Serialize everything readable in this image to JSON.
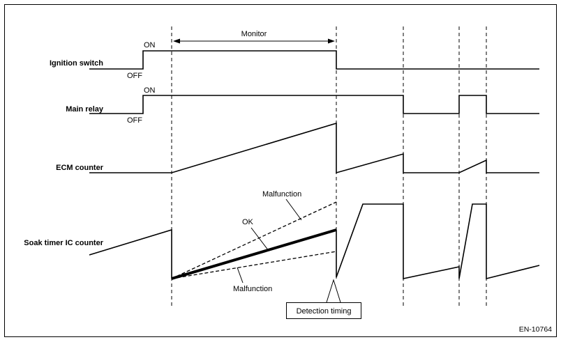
{
  "signals": {
    "ignition_switch": "Ignition switch",
    "main_relay": "Main relay",
    "ecm_counter": "ECM counter",
    "soak_timer": "Soak timer IC counter"
  },
  "states": {
    "ign_on": "ON",
    "ign_off": "OFF",
    "relay_on": "ON",
    "relay_off": "OFF"
  },
  "annotations": {
    "monitor": "Monitor",
    "ok": "OK",
    "malfunction_upper": "Malfunction",
    "malfunction_lower": "Malfunction",
    "detection_timing": "Detection timing"
  },
  "figure_code": "EN-10764"
}
